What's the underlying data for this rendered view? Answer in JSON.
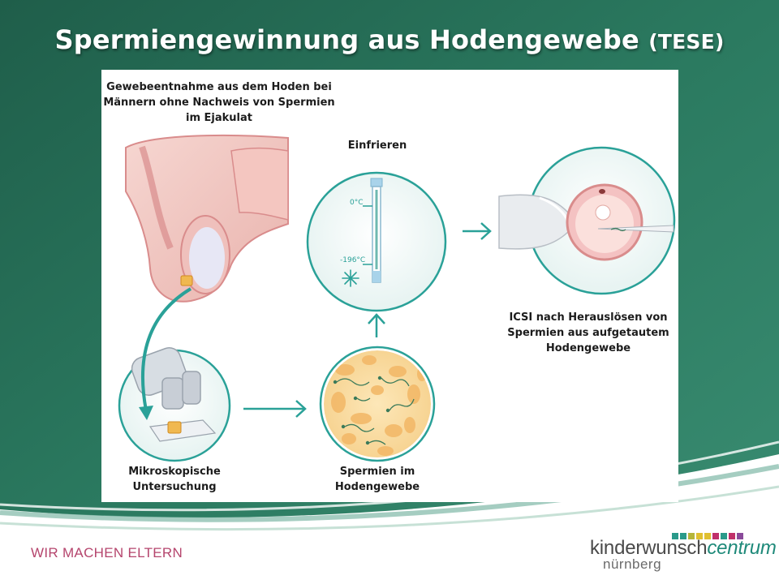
{
  "slide": {
    "title_main": "Spermiengewinnung aus Hodengewebe",
    "title_abbr": "(TESE)"
  },
  "steps": {
    "extraction": "Gewebeentnahme aus dem Hoden bei Männern ohne Nachweis von Spermien im Ejakulat",
    "microscopy": "Mikroskopische Untersuchung",
    "sperm_in_tissue": "Spermien im Hodengewebe",
    "freezing": "Einfrieren",
    "icsi": "ICSI nach Herauslösen von Spermien aus aufgetautem Hodengewebe"
  },
  "thermometer": {
    "top_label": "0°C",
    "bottom_label": "-196°C"
  },
  "footer": {
    "slogan": "WIR MACHEN ELTERN",
    "brand_plain": "kinderwunsch",
    "brand_italic": "centrum",
    "city": "nürnberg"
  },
  "colors": {
    "green_dark": "#1e5a46",
    "green_mid": "#2e7d64",
    "teal": "#2aa198",
    "skin": "#f2c9c4",
    "skin_dark": "#d98c8c",
    "sperm_tissue": "#f5c87a",
    "brand_pink": "#b5456d"
  },
  "logo_square_colors": [
    "#2a9a8a",
    "#2a9a8a",
    "#b5b53a",
    "#e0c030",
    "#e0c030",
    "#c0306a",
    "#2a9a8a",
    "#c0306a",
    "#8a4a9a"
  ]
}
